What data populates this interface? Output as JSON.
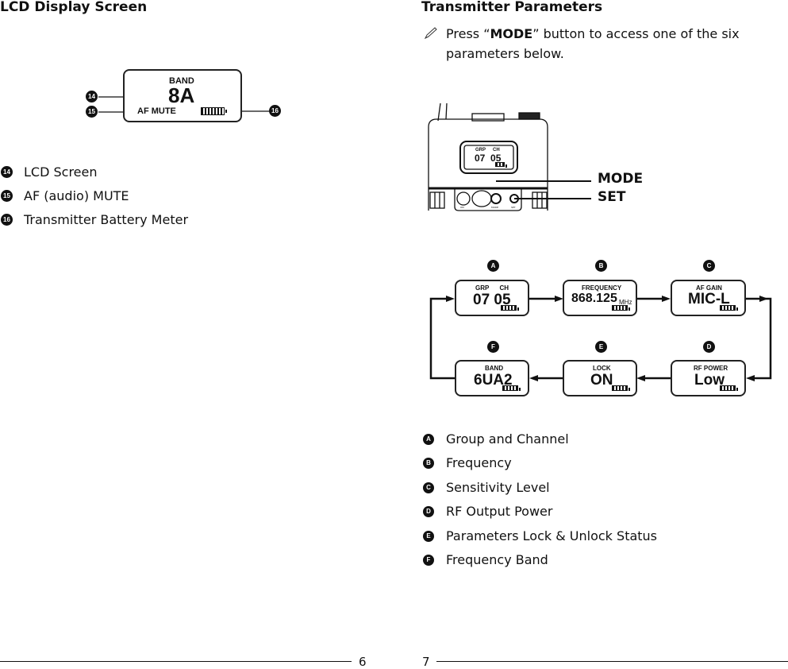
{
  "left_page": {
    "title": "LCD Display Screen",
    "lcd": {
      "band_label": "BAND",
      "band_value": "8A",
      "mute_label": "AF MUTE",
      "callouts": [
        "14",
        "15",
        "16"
      ]
    },
    "legend": [
      {
        "num": "14",
        "text": "LCD Screen"
      },
      {
        "num": "15",
        "text": "AF (audio) MUTE"
      },
      {
        "num": "16",
        "text": "Transmitter Battery Meter"
      }
    ],
    "page_number": "6"
  },
  "right_page": {
    "title": "Transmitter Parameters",
    "note_icon": "pencil-icon",
    "note_pre": "Press “",
    "note_bold": "MODE",
    "note_post": "” button to access one of the six",
    "note_line2": "parameters below.",
    "device": {
      "grp": "GRP",
      "ch": "CH",
      "value": "07  05",
      "btn_on": "ON",
      "btn_mode": "MODE",
      "btn_set": "SET",
      "mode_callout": "MODE",
      "set_callout": "SET"
    },
    "flow": [
      {
        "letter": "A",
        "label": "GRP      CH",
        "value": "07 05",
        "unit": ""
      },
      {
        "letter": "B",
        "label": "FREQUENCY",
        "value": "868.125",
        "unit": "MHz"
      },
      {
        "letter": "C",
        "label": "AF GAIN",
        "value": "MIC-L",
        "unit": ""
      },
      {
        "letter": "F",
        "label": "BAND",
        "value": "6UA2",
        "unit": ""
      },
      {
        "letter": "E",
        "label": "LOCK",
        "value": "ON",
        "unit": ""
      },
      {
        "letter": "D",
        "label": "RF POWER",
        "value": "Low",
        "unit": ""
      }
    ],
    "legend": [
      {
        "letter": "A",
        "text": "Group and Channel"
      },
      {
        "letter": "B",
        "text": "Frequency"
      },
      {
        "letter": "C",
        "text": "Sensitivity Level"
      },
      {
        "letter": "D",
        "text": "RF Output Power"
      },
      {
        "letter": "E",
        "text": "Parameters Lock & Unlock Status"
      },
      {
        "letter": "F",
        "text": "Frequency Band"
      }
    ],
    "page_number": "7"
  }
}
